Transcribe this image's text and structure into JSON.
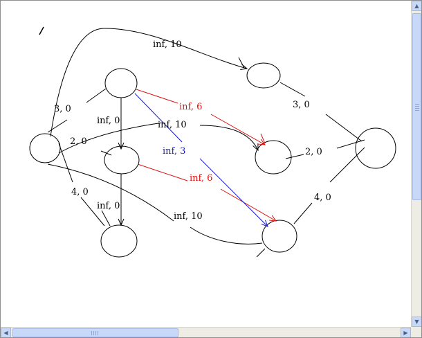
{
  "colors": {
    "black": "#000000",
    "red": "#e01010",
    "blue": "#1a1acc"
  },
  "edge_labels": {
    "top_curve": "inf, 10",
    "left_upper": "3, 0",
    "center_vertical": "inf, 0",
    "middle_curve": "inf, 10",
    "left_2_0": "2, 0",
    "red_upper": "inf, 6",
    "blue_diag": "inf, 3",
    "right_upper": "3, 0",
    "right_mid": "2, 0",
    "red_lower": "inf, 6",
    "left_4_0": "4, 0",
    "lower_vertical": "inf, 0",
    "bottom_curve": "inf, 10",
    "right_lower": "4, 0"
  },
  "scrollbars": {
    "up_icon": "arrow-up",
    "down_icon": "arrow-down",
    "left_icon": "arrow-left",
    "right_icon": "arrow-right"
  }
}
